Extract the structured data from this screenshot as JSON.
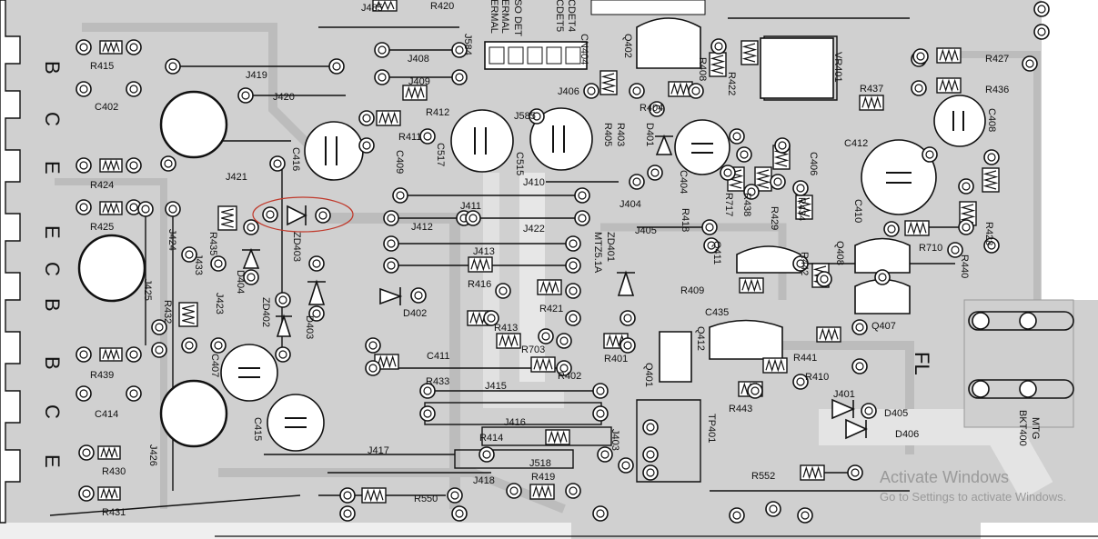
{
  "edge_letters": [
    "B",
    "C",
    "E",
    "E",
    "C",
    "B",
    "B",
    "C",
    "E"
  ],
  "labels": {
    "r415": "R415",
    "c402": "C402",
    "r424": "R424",
    "r425": "R425",
    "r439": "R439",
    "c414": "C414",
    "r430": "R430",
    "r431": "R431",
    "j419": "J419",
    "j420": "J420",
    "j421": "J421",
    "j424": "J424",
    "j433": "J433",
    "j423": "J423",
    "j425": "J425",
    "r432": "R432",
    "r435": "R435",
    "d404": "D404",
    "zd402": "ZD402",
    "d403": "D403",
    "zd403": "ZD403",
    "c416": "C416",
    "c407": "C407",
    "c415": "C415",
    "j426": "J426",
    "j408": "J408",
    "j584": "J584",
    "j409": "J409",
    "r412": "R412",
    "r411": "R411",
    "c409": "C409",
    "j412": "J412",
    "j411": "J411",
    "j413": "J413",
    "r416": "R416",
    "d402": "D402",
    "r413": "R413",
    "c411": "C411",
    "r433": "R433",
    "r703": "R703",
    "r402": "R402",
    "j415": "J415",
    "j416": "J416",
    "r414": "R414",
    "j417": "J417",
    "j418": "J418",
    "j518": "J518",
    "r419": "R419",
    "r550": "R550",
    "r420": "R420",
    "j485": "J485",
    "cn404": "CN404",
    "c517": "C517",
    "c515": "C515",
    "j585": "J585",
    "j406": "J406",
    "j410": "J410",
    "j422": "J422",
    "j404": "J404",
    "j405": "J405",
    "r421": "R421",
    "zd401": "ZD401",
    "mtz": "MTZ5.1A",
    "r401": "R401",
    "q401": "Q401",
    "q412": "Q412",
    "j403": "J403",
    "tp401": "TP401",
    "q402": "Q402",
    "r408": "R408",
    "r422": "R422",
    "r404": "R404",
    "r403": "R403",
    "r405": "R405",
    "d401": "D401",
    "c404": "C404",
    "r418": "R418",
    "r717": "R717",
    "r438": "R438",
    "r429": "R429",
    "r434": "R434",
    "c406": "C406",
    "q411": "Q411",
    "r442": "R442",
    "q408": "Q408",
    "r409": "R409",
    "c435": "C435",
    "r441": "R441",
    "r410": "R410",
    "r443": "R443",
    "j401": "J401",
    "d405": "D405",
    "d406": "D406",
    "r552": "R552",
    "vr401": "VR401",
    "r437": "R437",
    "c412": "C412",
    "c410": "C410",
    "r427": "R427",
    "r436": "R436",
    "c408": "C408",
    "r710": "R710",
    "r428": "R428",
    "r440": "R440",
    "q407": "Q407",
    "fl": "FL",
    "mtg": "MTG",
    "bkt400": "BKT400"
  },
  "top_clipped": {
    "l1": "SO DET",
    "l2": "ERMAL",
    "l3": "ERMAL",
    "l4": "CDET4",
    "l5": "CDET5"
  },
  "watermark": {
    "title": "Activate Windows",
    "subtitle": "Go to Settings to activate Windows."
  },
  "highlight_color": "#c0392b"
}
